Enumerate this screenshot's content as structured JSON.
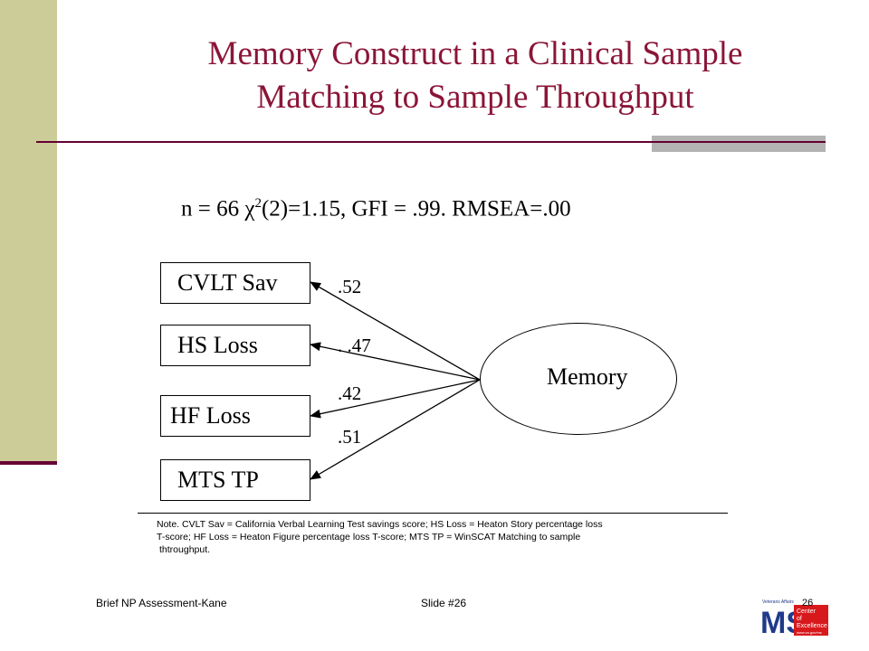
{
  "slide": {
    "title_line1": "Memory Construct in a Clinical Sample",
    "title_line2": "Matching to Sample Throughput",
    "stats": {
      "prefix": "n = 66  ",
      "chi": "χ",
      "sup": "2",
      "rest": "(2)=1.15, GFI = .99. RMSEA=.00"
    },
    "indicators": [
      {
        "label": "CVLT Sav",
        "loading": ".52"
      },
      {
        "label": "HS Loss",
        "loading": ". .47"
      },
      {
        "label": "HF Loss",
        "loading": ".42"
      },
      {
        "label": "MTS TP",
        "loading": ".51"
      }
    ],
    "latent": "Memory",
    "note_lines": [
      "Note. CVLT Sav = California Verbal Learning Test savings score; HS Loss = Heaton Story percentage loss",
      "T-score; HF Loss = Heaton Figure percentage loss T-score; MTS TP =  WinSCAT  Matching to sample",
      "thtroughput."
    ]
  },
  "footer": {
    "left": "Brief NP Assessment-Kane",
    "center": "Slide #26",
    "page": "26"
  },
  "logo": {
    "small_text": "Veterans Affairs",
    "big_text": "MS",
    "side_lines": [
      "Center",
      "of",
      "Excellence"
    ],
    "url": "www.va.gov/ms",
    "colors": {
      "red": "#d7191c",
      "blue": "#1f3a8a"
    }
  }
}
